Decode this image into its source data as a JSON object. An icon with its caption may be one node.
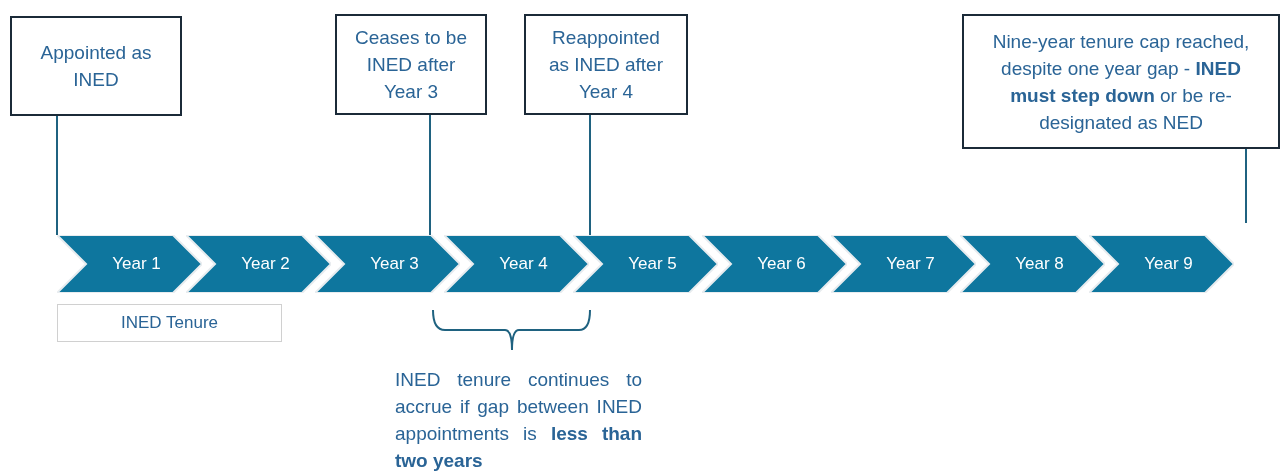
{
  "diagram": {
    "nodes": [
      {
        "text": [
          "Appointed as INED"
        ]
      },
      {
        "text": [
          "Ceases to be INED after Year 3"
        ]
      },
      {
        "text": [
          "Reappointed as INED after Year 4"
        ]
      },
      {
        "text": [
          "Nine-year tenure cap reached, despite one year gap - **INED must step down** or be re-designated as NED"
        ]
      },
      {
        "text": [
          "Year 1"
        ]
      },
      {
        "text": [
          "Year 2"
        ]
      },
      {
        "text": [
          "Year 3"
        ]
      },
      {
        "text": [
          "Year 4"
        ]
      },
      {
        "text": [
          "Year 5"
        ]
      },
      {
        "text": [
          "Year 6"
        ]
      },
      {
        "text": [
          "Year 7"
        ]
      },
      {
        "text": [
          "Year 8"
        ]
      },
      {
        "text": [
          "Year 9"
        ]
      },
      {
        "text": [
          "INED Tenure"
        ]
      }
    ],
    "edges": [
      {
        "from": 0,
        "to": 4,
        "arrow": "none"
      },
      {
        "from": 1,
        "to": 6,
        "arrow": "none"
      },
      {
        "from": 2,
        "to": 8,
        "arrow": "none"
      },
      {
        "from": 3,
        "to": null,
        "arrow": "none"
      }
    ],
    "labels": [
      "INED tenure continues to accrue if gap between INED appointments is **less than two years**"
    ]
  }
}
